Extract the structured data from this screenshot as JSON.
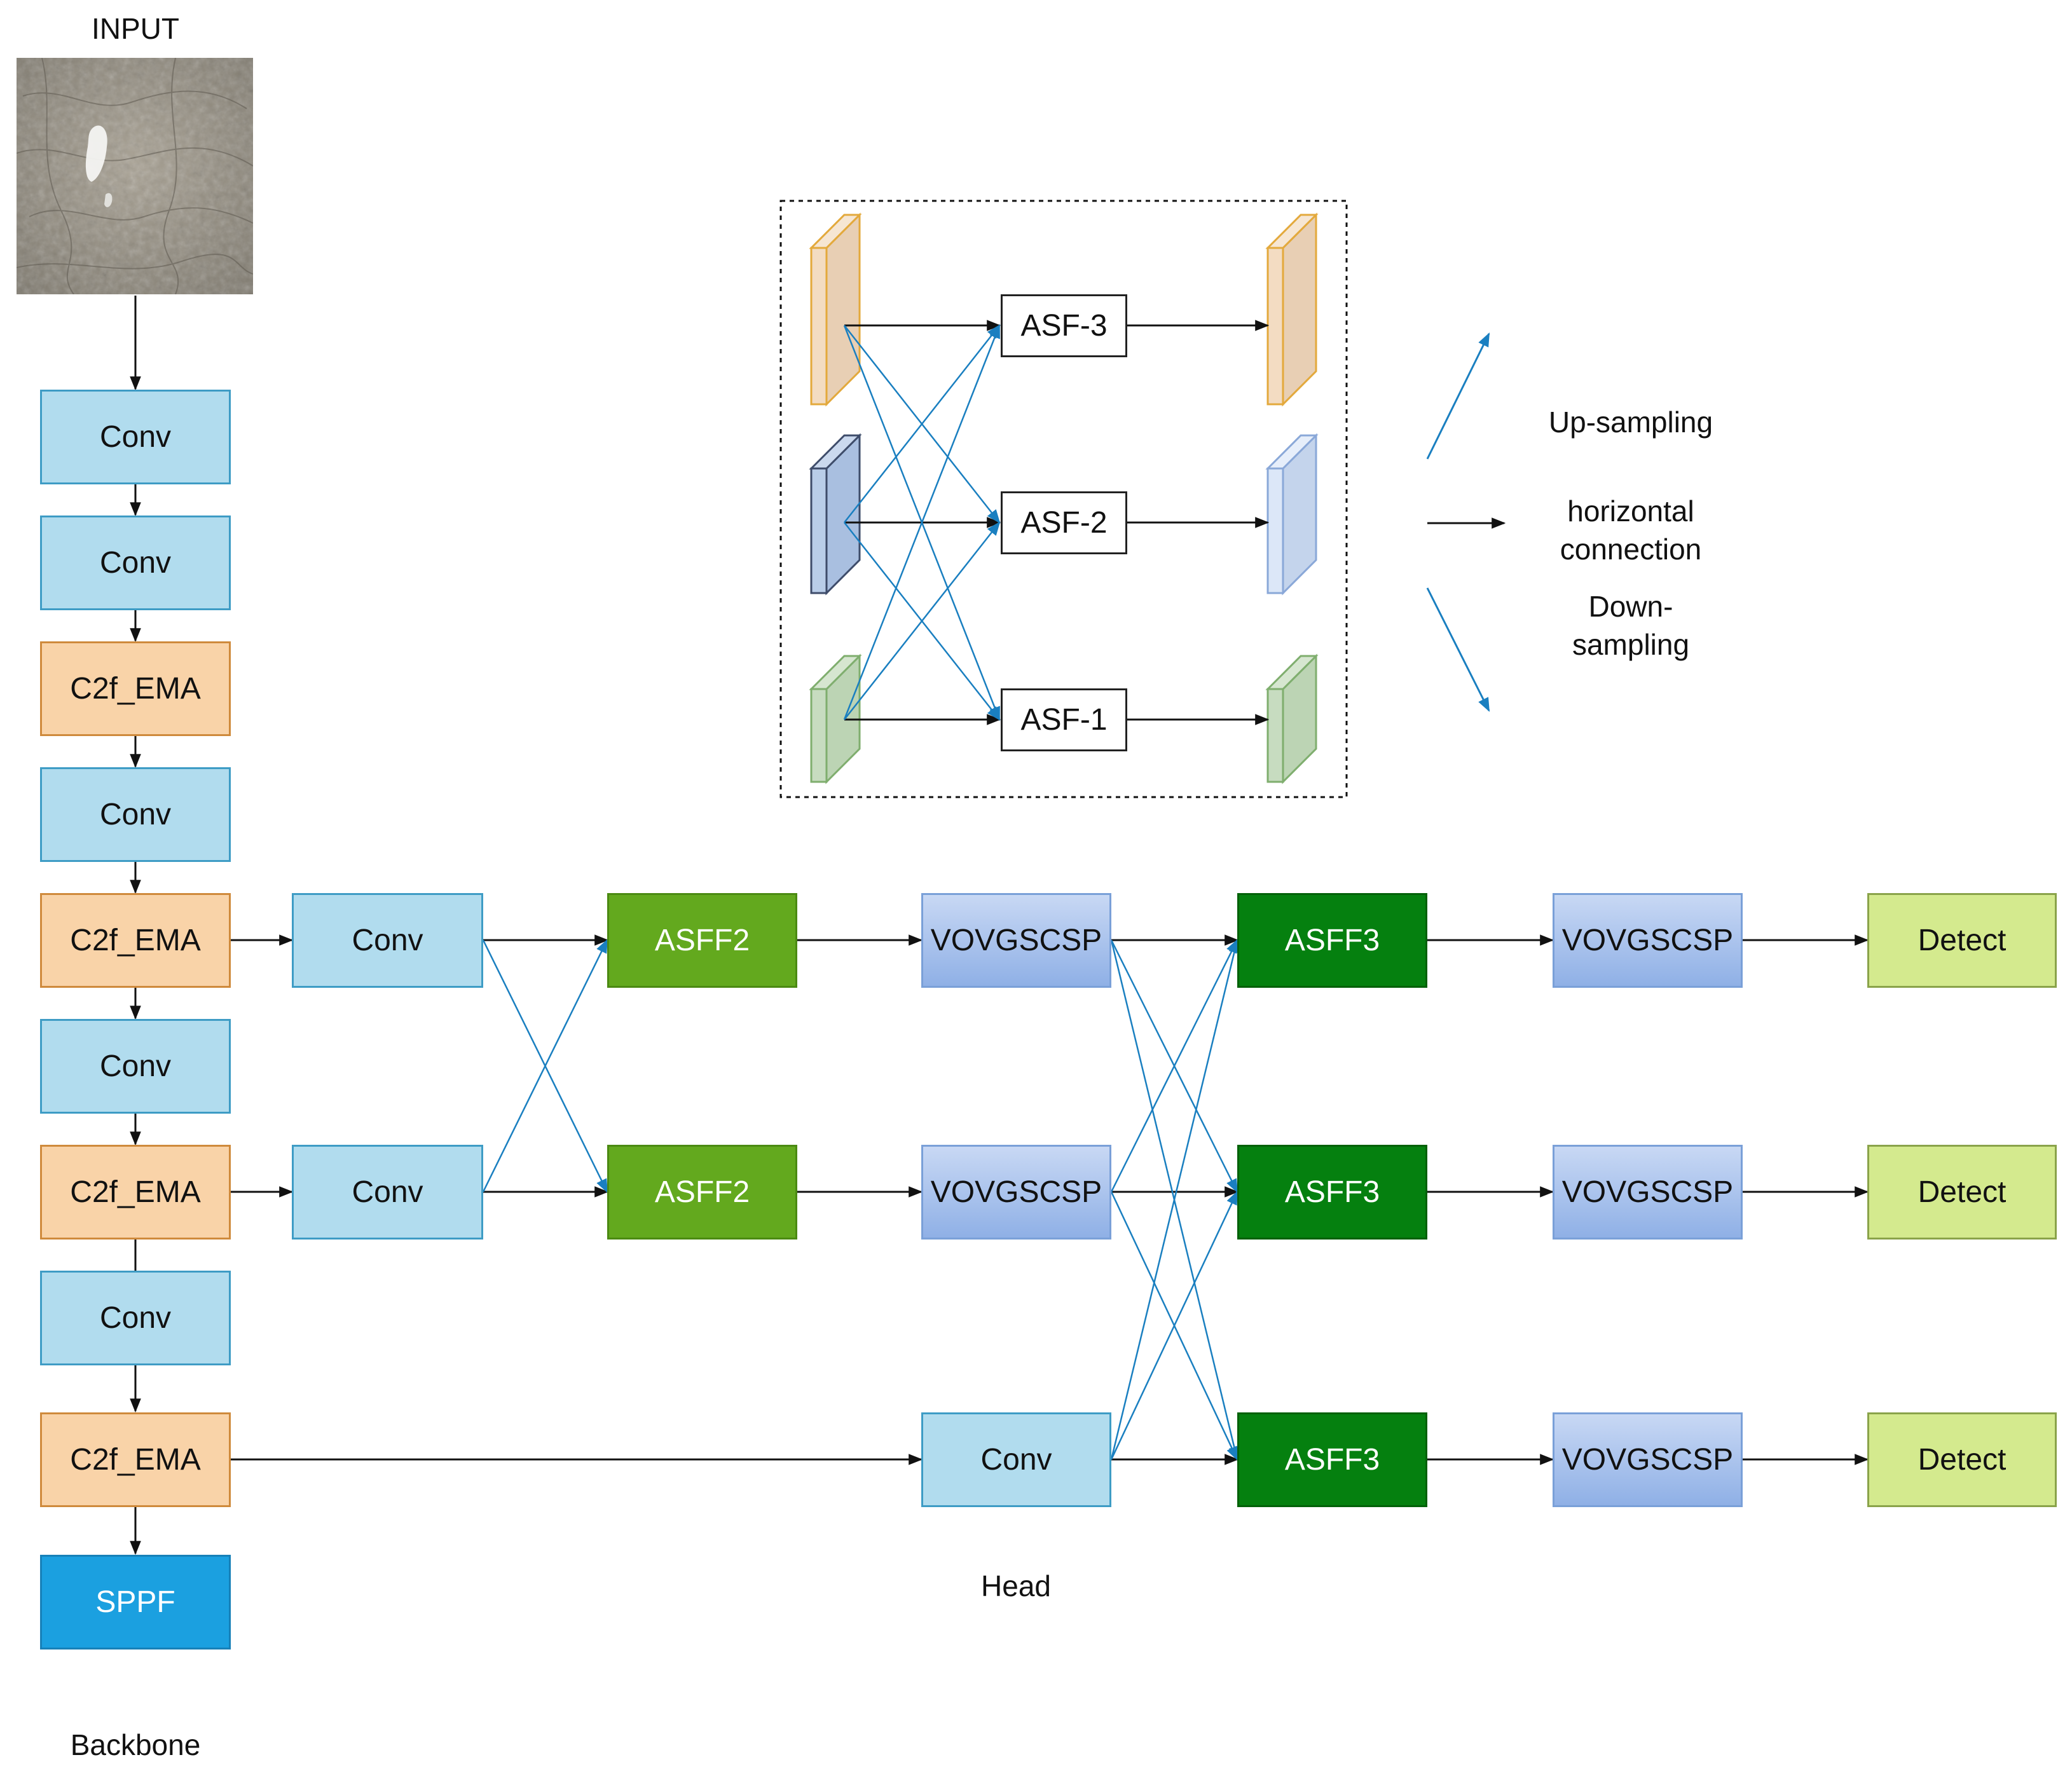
{
  "labels": {
    "input": "INPUT",
    "backbone": "Backbone",
    "head": "Head"
  },
  "blocks": {
    "b1": "Conv",
    "b2": "Conv",
    "b3": "C2f_EMA",
    "b4": "Conv",
    "b5": "C2f_EMA",
    "b6": "Conv",
    "b7": "C2f_EMA",
    "b8": "Conv",
    "b9": "C2f_EMA",
    "b10": "SPPF",
    "n_conv1": "Conv",
    "n_conv2": "Conv",
    "n_asff2_1": "ASFF2",
    "n_asff2_2": "ASFF2",
    "n_vov1": "VOVGSCSP",
    "n_vov2": "VOVGSCSP",
    "n_conv3": "Conv",
    "n_asff3_1": "ASFF3",
    "n_asff3_2": "ASFF3",
    "n_asff3_3": "ASFF3",
    "n_vov3": "VOVGSCSP",
    "n_vov4": "VOVGSCSP",
    "n_vov5": "VOVGSCSP",
    "n_det1": "Detect",
    "n_det2": "Detect",
    "n_det3": "Detect"
  },
  "inset": {
    "asf3": "ASF-3",
    "asf2": "ASF-2",
    "asf1": "ASF-1"
  },
  "legend": {
    "up": "Up-sampling",
    "horizontal_1": "horizontal",
    "horizontal_2": "connection",
    "down_1": "Down-",
    "down_2": "sampling"
  },
  "colors": {
    "conv": "#b1dcee",
    "c2f_ema": "#f9d3a8",
    "sppf": "#1ba0e0",
    "asff2": "#63a91e",
    "asff3": "#05800f",
    "vovgscsp": "#a9c2ee",
    "detect": "#d4ea8e",
    "arrow_black": "#111111",
    "arrow_blue": "#1a7fc0",
    "feat_orange": "#e8cfb4",
    "feat_blue": "#b9cde8",
    "feat_green": "#bcd4b4"
  }
}
